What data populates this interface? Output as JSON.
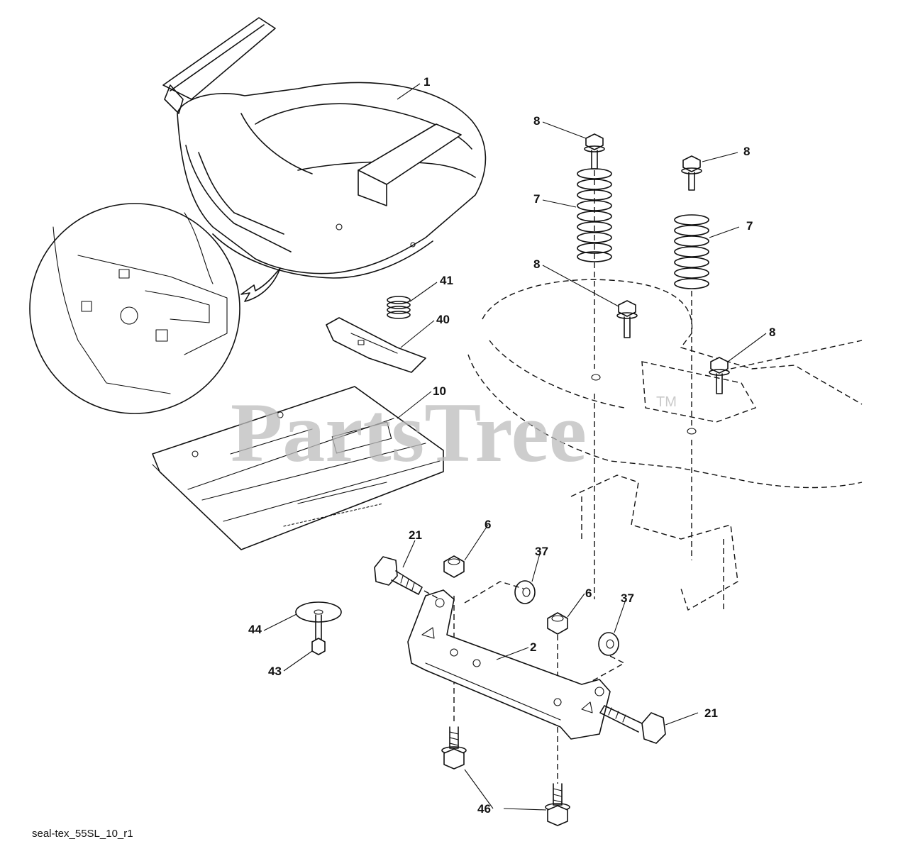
{
  "watermark": {
    "text": "PartsTree",
    "tm": "TM"
  },
  "footer_code": "seal-tex_55SL_10_r1",
  "callouts": {
    "c1": "1",
    "c2": "2",
    "c6a": "6",
    "c6b": "6",
    "c7a": "7",
    "c7b": "7",
    "c8a": "8",
    "c8b": "8",
    "c8c": "8",
    "c8d": "8",
    "c10": "10",
    "c21a": "21",
    "c21b": "21",
    "c37a": "37",
    "c37b": "37",
    "c40": "40",
    "c41": "41",
    "c43": "43",
    "c44": "44",
    "c46": "46"
  }
}
